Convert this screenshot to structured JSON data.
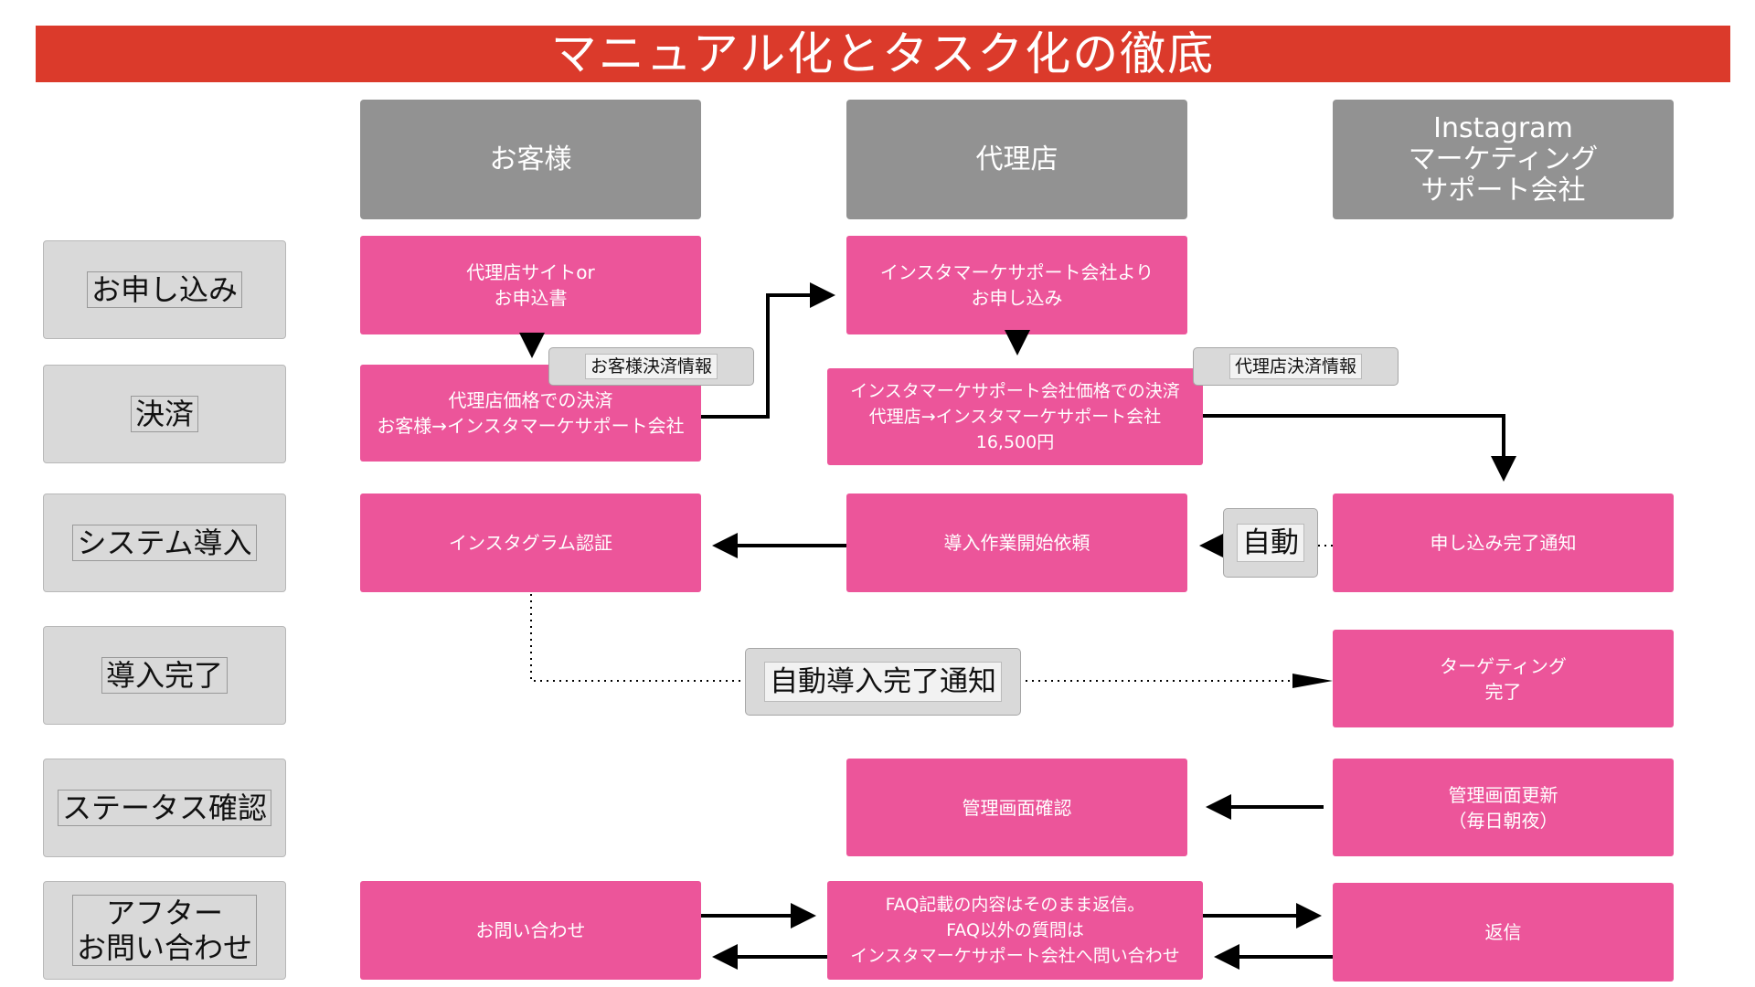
{
  "title": "マニュアル化とタスク化の徹底",
  "columns": [
    "お客様",
    "代理店",
    "Instagram\nマーケティング\nサポート会社"
  ],
  "rows": [
    "お申し込み",
    "決済",
    "システム導入",
    "導入完了",
    "ステータス確認",
    "アフター\nお問い合わせ"
  ],
  "boxes": {
    "customer_application": "代理店サイトor\nお申込書",
    "agency_application": "インスタマーケサポート会社より\nお申し込み",
    "customer_payment": "代理店価格での決済\nお客様→インスタマーケサポート会社",
    "agency_payment": "インスタマーケサポート会社価格での決済\n代理店→インスタマーケサポート会社\n16,500円",
    "instagram_auth": "インスタグラム認証",
    "intro_request": "導入作業開始依頼",
    "application_notice": "申し込み完了通知",
    "targeting_done": "ターゲティング\n完了",
    "admin_check": "管理画面確認",
    "admin_update": "管理画面更新\n（毎日朝夜）",
    "customer_inquiry": "お問い合わせ",
    "faq_reply": "FAQ記載の内容はそのまま返信。\nFAQ以外の質問は\nインスタマーケサポート会社へ問い合わせ",
    "support_reply": "返信"
  },
  "tags": {
    "customer_payment_info": "お客様決済情報",
    "agency_payment_info": "代理店決済情報",
    "auto": "自動",
    "auto_complete_notice": "自動導入完了通知"
  },
  "colors": {
    "title_bar": "#db3a2b",
    "header": "#929292",
    "task_box": "#ec559a",
    "row_label": "#d9d9d9"
  }
}
